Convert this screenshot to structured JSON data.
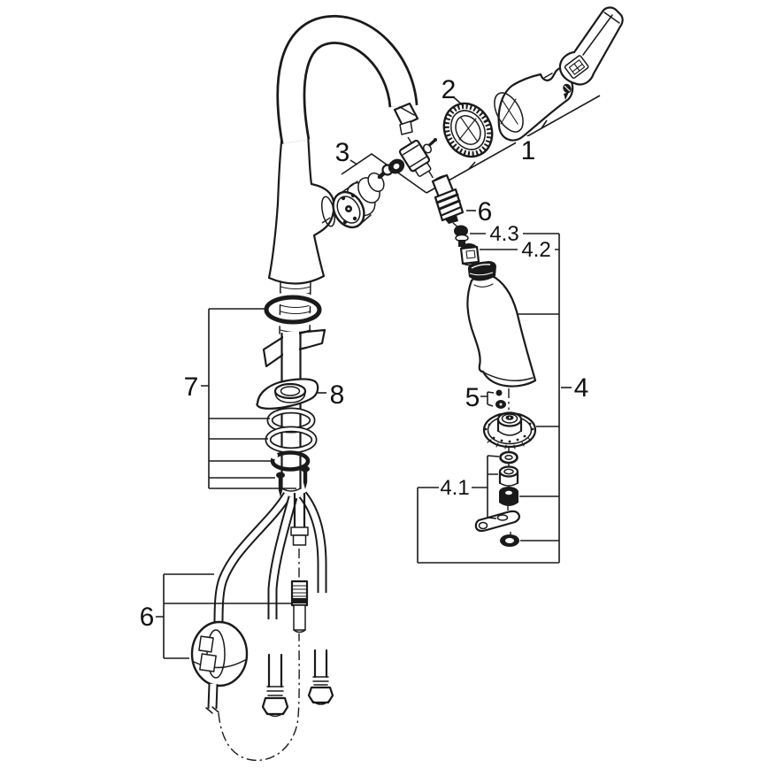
{
  "diagram": {
    "type": "exploded-parts-diagram",
    "subject": "pull-out spray single-lever kitchen faucet",
    "background_color": "#ffffff",
    "line_color": "#1a1a1a",
    "labels": [
      {
        "id": "part-1",
        "text": "1"
      },
      {
        "id": "part-2",
        "text": "2"
      },
      {
        "id": "part-3",
        "text": "3"
      },
      {
        "id": "part-4",
        "text": "4"
      },
      {
        "id": "part-4-1",
        "text": "4.1"
      },
      {
        "id": "part-4-2",
        "text": "4.2"
      },
      {
        "id": "part-4-3",
        "text": "4.3"
      },
      {
        "id": "part-5",
        "text": "5"
      },
      {
        "id": "part-6-spray-coupling",
        "text": "6"
      },
      {
        "id": "part-6-hose-weight",
        "text": "6"
      },
      {
        "id": "part-7",
        "text": "7"
      },
      {
        "id": "part-8",
        "text": "8"
      }
    ]
  }
}
